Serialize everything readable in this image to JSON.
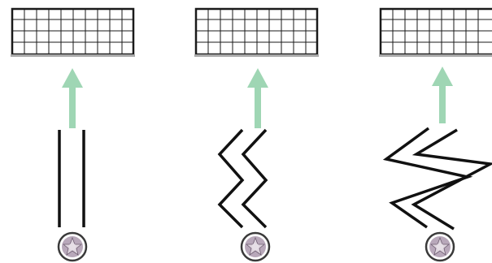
{
  "diagram": {
    "panels": [
      {
        "id": "straight",
        "channel_shape": "straight"
      },
      {
        "id": "zigzag-narrow",
        "channel_shape": "zigzag"
      },
      {
        "id": "zigzag-wide",
        "channel_shape": "zigzag-wide"
      }
    ],
    "colors": {
      "background": "#ffffff",
      "screen_frame": "#1a1a1a",
      "screen_base": "#a9a9a9",
      "arrow": "#9fd6b4",
      "channel_wall": "#111111",
      "source_ring": "#3a3a3a",
      "source_fill": "#b8a8ba",
      "source_core": "#e6dfe6"
    },
    "icons": {
      "screen": "detector-grid-icon",
      "arrow": "up-arrow-icon",
      "source": "emitter-source-icon"
    }
  }
}
